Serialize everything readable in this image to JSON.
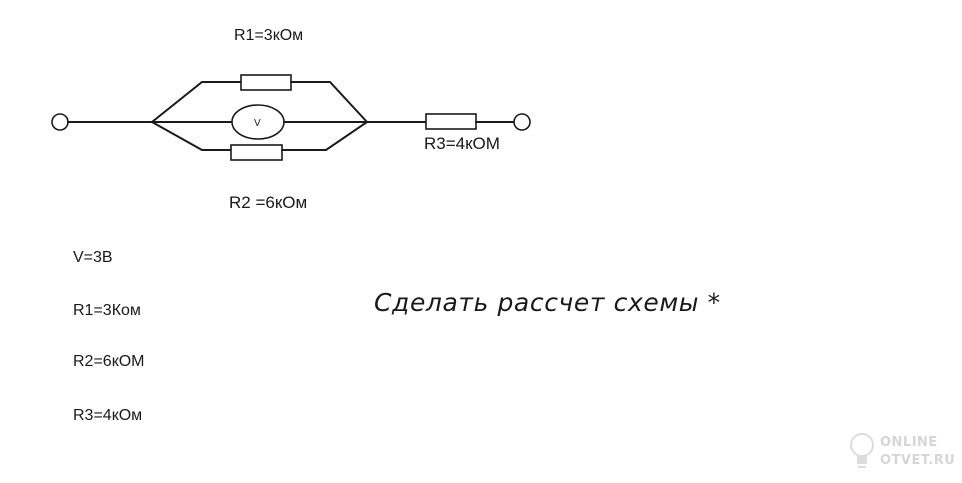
{
  "diagram": {
    "r1_label": "R1=3кОм",
    "r2_label": "R2 =6кОм",
    "r3_label": "R3=4кОМ",
    "voltmeter_symbol": "V"
  },
  "given": {
    "lines": [
      "V=3В",
      "R1=3Ком",
      "R2=6кОМ",
      "R3=4кОм"
    ]
  },
  "task": {
    "text": "Сделать рассчет схемы *"
  },
  "watermark": {
    "line1": "ONLINE",
    "line2": "OTVET.RU",
    "icon": "lightbulb-icon"
  }
}
